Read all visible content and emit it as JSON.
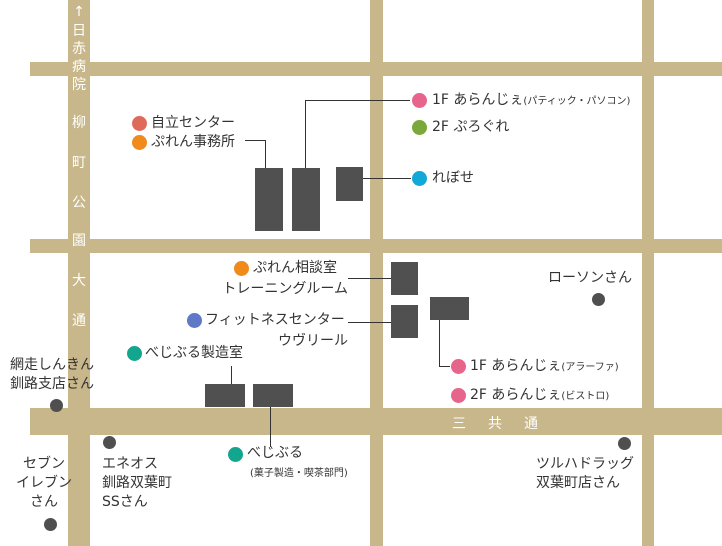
{
  "map": {
    "vertical_road": [
      "↑",
      "日",
      "赤",
      "病",
      "院",
      "柳",
      "町",
      "公",
      "園",
      "大",
      "通"
    ],
    "horizontal_road": [
      "三",
      "共",
      "通"
    ],
    "facilities": {
      "jiritsu_center": "自立センター",
      "puren_office": "ぷれん事務所",
      "arabjie_1f": "1F あらんじぇ",
      "arabjie_1f_note": "(パティック・パソコン)",
      "purogure_2f": "2F ぷろぐれ",
      "rebose": "れぼせ",
      "puren_soudan": "ぷれん相談室",
      "training_room": "トレーニングルーム",
      "fitness_center": "フィットネスセンター",
      "uvireel": "ウヴリール",
      "bejibuni_seizou": "べじぶる製造室",
      "arabjie_1f_b": "1F あらんじぇ",
      "arabjie_1f_b_note": "(アラーファ)",
      "arabjie_2f": "2F あらんじぇ",
      "arabjie_2f_note": "(ビストロ)",
      "bejibuni": "べじぶる",
      "bejibuni_note": "(菓子製造・喫茶部門)"
    },
    "landmarks": {
      "abashiri_1": "網走しんきん",
      "abashiri_2": "釧路支店さん",
      "lawson": "ローソンさん",
      "seven_1": "セブン",
      "seven_2": "イレブン",
      "seven_3": "さん",
      "eneos_1": "エネオス",
      "eneos_2": "釧路双葉町",
      "eneos_3": "SSさん",
      "tsuruha_1": "ツルハドラッグ",
      "tsuruha_2": "双葉町店さん"
    },
    "colors": {
      "road": "#c8b78a",
      "red": "#e06a5a",
      "orange": "#f08a1a",
      "pink": "#e7648a",
      "green": "#7aa83a",
      "cyan": "#12a8d8",
      "purple": "#5f78c8",
      "teal": "#13a68e",
      "pin": "#4f4f4f",
      "building": "#505050"
    }
  }
}
